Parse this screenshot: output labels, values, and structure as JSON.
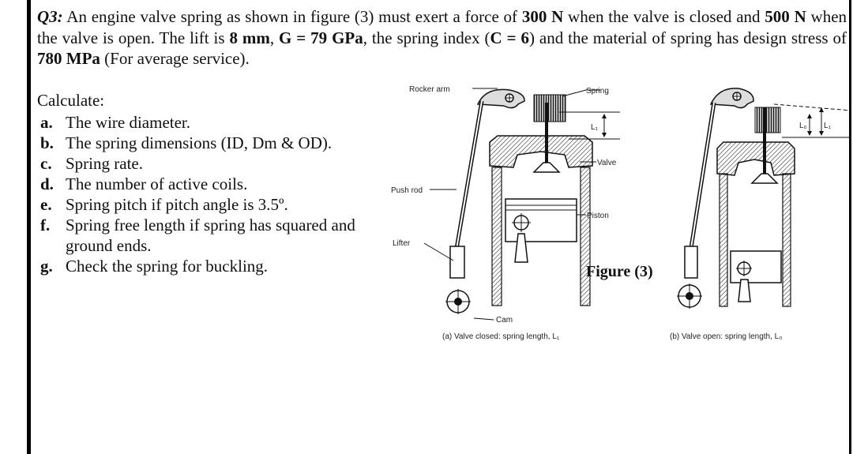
{
  "question": {
    "number": "Q3:",
    "t1": " An engine valve spring as shown in figure (3) must exert a force of ",
    "force_closed": "300 N",
    "t2": " when the valve is closed and ",
    "force_open": "500 N",
    "t3": " when the valve is open. The lift is ",
    "lift": "8 mm",
    "t4": ", ",
    "modulus": "G = 79 GPa",
    "t5": ", the spring index (",
    "index": "C = 6",
    "t6": ") and the material of spring has design stress of ",
    "stress": "780 MPa",
    "t7": " (For average service)."
  },
  "calculate": {
    "title": "Calculate:",
    "items": [
      {
        "letter": "a.",
        "text": "The wire diameter."
      },
      {
        "letter": "b.",
        "text": "The spring dimensions (ID, Dm & OD)."
      },
      {
        "letter": "c.",
        "text": "Spring rate."
      },
      {
        "letter": "d.",
        "text": "The number of active coils."
      },
      {
        "letter": "e.",
        "text": "Spring pitch if pitch angle is 3.5º."
      },
      {
        "letter": "f.",
        "text": "Spring free length if spring has squared and ground ends."
      },
      {
        "letter": "g.",
        "text": "Check the spring for buckling."
      }
    ]
  },
  "figure": {
    "title": "Figure (3)",
    "labels": {
      "rocker_arm": "Rocker arm",
      "spring": "Spring",
      "valve": "Valve",
      "push_rod": "Push rod",
      "piston": "Piston",
      "lifter": "Lifter",
      "cam": "Cam",
      "l1": "L₁",
      "lo": "L₀",
      "l1b": "L₁"
    },
    "caption_a": "(a) Valve closed: spring length, L₁",
    "caption_b": "(b) Valve open: spring length, L₀"
  }
}
